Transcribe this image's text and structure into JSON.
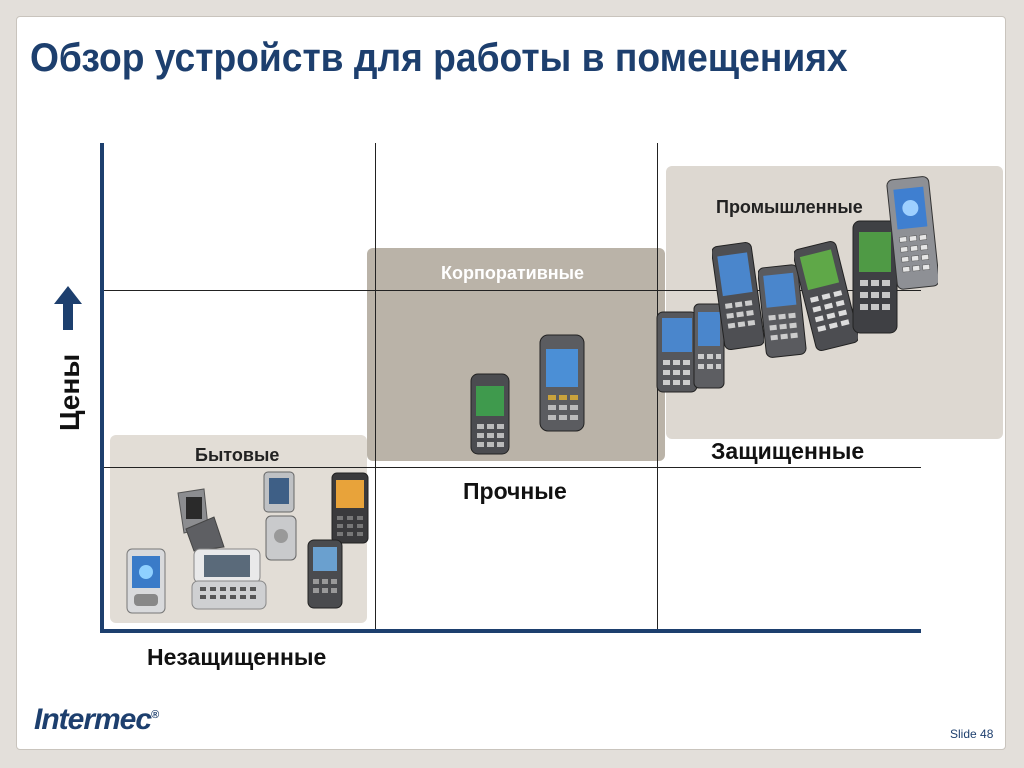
{
  "slide": {
    "title": "Обзор устройств для работы в помещениях",
    "slide_number": "Slide 48",
    "logo_text": "Intermec",
    "logo_mark": "®"
  },
  "axes": {
    "y_label": "Цены",
    "x_label_unprotected": "Незащищенные",
    "x_label_rugged": "Прочные",
    "x_label_protected": "Защищенные"
  },
  "categories": {
    "home": "Бытовые",
    "corporate": "Корпоративные",
    "industrial": "Промышленные"
  },
  "colors": {
    "title": "#1d3f6e",
    "axis": "#1d3f6e",
    "zone_home": "#e2ddd6",
    "zone_corp": "#a09687",
    "zone_ind": "#ddd8d1"
  }
}
